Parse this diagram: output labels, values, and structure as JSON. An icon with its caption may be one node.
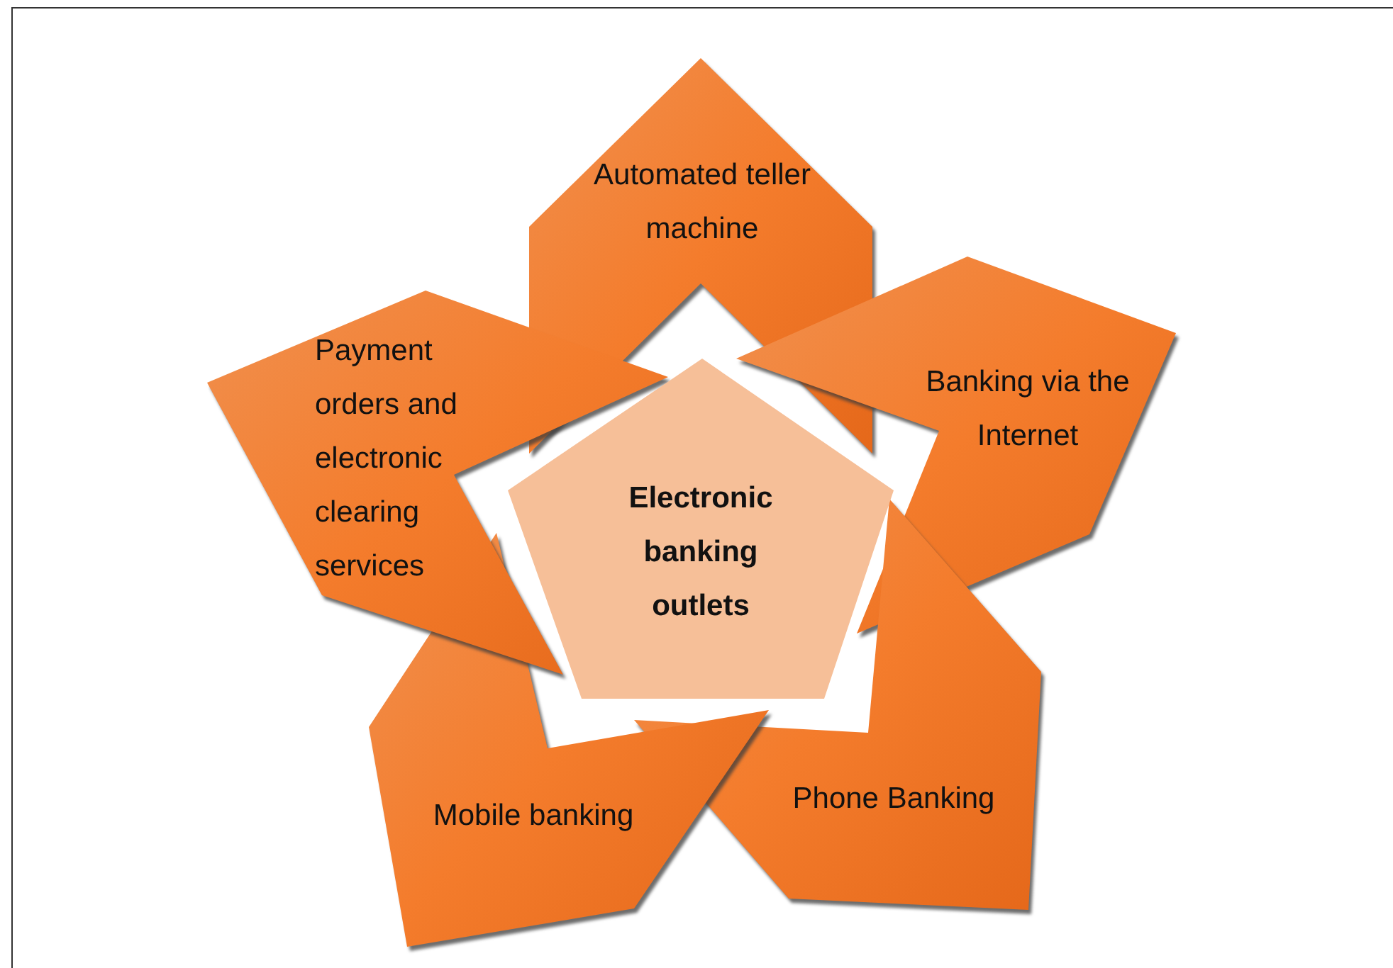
{
  "diagram": {
    "nodes": [
      {
        "text": [
          "Automated teller machine"
        ]
      },
      {
        "text": [
          "Payment orders and electronic clearing services"
        ]
      },
      {
        "text": [
          "Banking via the Internet"
        ]
      },
      {
        "text": [
          "Electronic banking outlets"
        ]
      },
      {
        "text": [
          "Mobile banking"
        ]
      },
      {
        "text": [
          "Phone Banking"
        ]
      }
    ]
  }
}
